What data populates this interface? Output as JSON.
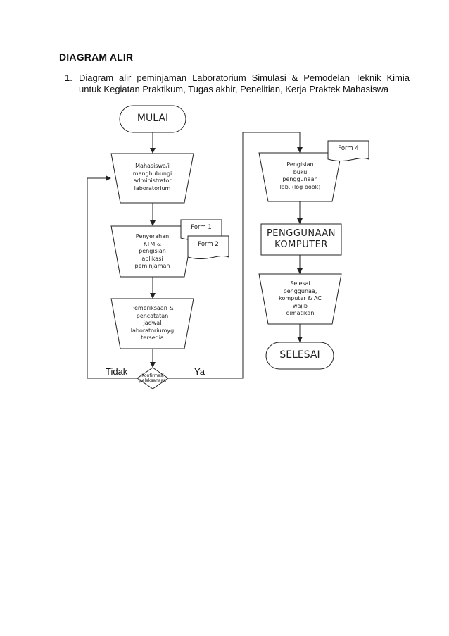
{
  "heading": "DIAGRAM ALIR",
  "intro": {
    "number": "1.",
    "text": "Diagram alir peminjaman Laboratorium Simulasi & Pemodelan Teknik Kimia untuk Kegiatan Praktikum, Tugas akhir, Penelitian, Kerja Praktek Mahasiswa"
  },
  "flow": {
    "start": "MULAI",
    "step1": [
      "Mahasiswa/i",
      "menghubungi",
      "administrator",
      "laboratorium"
    ],
    "step2": [
      "Penyerahan",
      "KTM &",
      "pengisian",
      "aplikasi",
      "peminjaman"
    ],
    "form1": "Form 1",
    "form2": "Form 2",
    "step3": [
      "Pemeriksaan &",
      "pencatatan",
      "jadwal",
      "laboratoriumyg",
      "tersedia"
    ],
    "decision": [
      "Konfirmasi",
      "pelaksanaan"
    ],
    "no_label": "Tidak",
    "yes_label": "Ya",
    "step4": [
      "Pengisian",
      "buku",
      "penggunaan",
      "lab. (log book)"
    ],
    "form4": "Form 4",
    "process": [
      "PENGGUNAAN",
      "KOMPUTER"
    ],
    "step5": [
      "Selesai",
      "penggunaa,",
      "komputer & AC",
      "wajib",
      "dimatikan"
    ],
    "end": "SELESAI"
  }
}
